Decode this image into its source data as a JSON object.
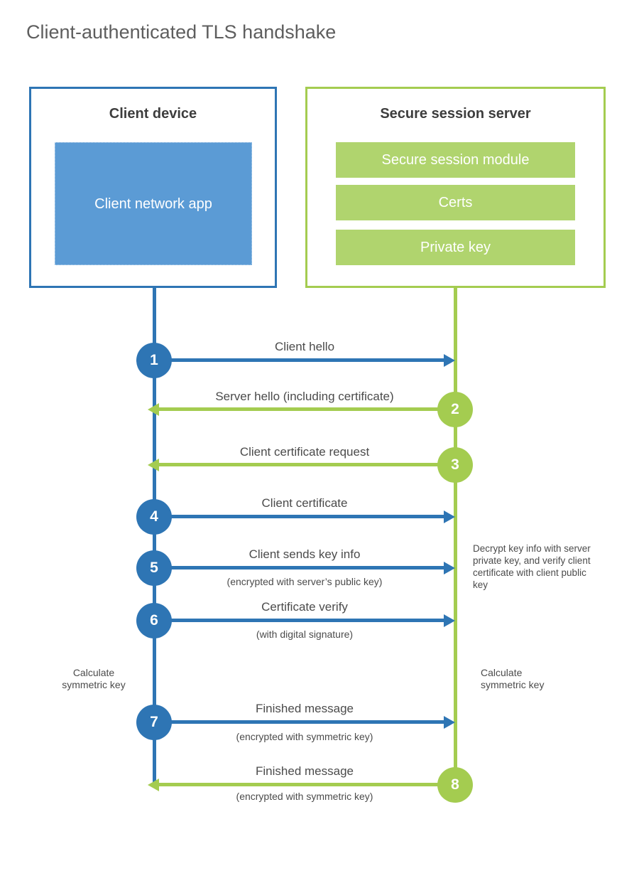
{
  "title": "Client-authenticated TLS handshake",
  "colors": {
    "blue": "#2e75b4",
    "blue_fill": "#5b9bd5",
    "green": "#a4cc50",
    "green_fill": "#b0d46e"
  },
  "client_box": {
    "title": "Client device",
    "app_label": "Client network app"
  },
  "server_box": {
    "title": "Secure session server",
    "modules": [
      "Secure session module",
      "Certs",
      "Private key"
    ]
  },
  "steps": [
    {
      "num": "1",
      "actor": "client",
      "direction": "right",
      "label": "Client hello"
    },
    {
      "num": "2",
      "actor": "server",
      "direction": "left",
      "label": "Server hello (including certificate)"
    },
    {
      "num": "3",
      "actor": "server",
      "direction": "left",
      "label": "Client certificate request"
    },
    {
      "num": "4",
      "actor": "client",
      "direction": "right",
      "label": "Client certificate"
    },
    {
      "num": "5",
      "actor": "client",
      "direction": "right",
      "label": "Client sends key info",
      "sublabel": "(encrypted with server’s public key)"
    },
    {
      "num": "6",
      "actor": "client",
      "direction": "right",
      "label": "Certificate verify",
      "sublabel": "(with digital signature)"
    },
    {
      "num": "7",
      "actor": "client",
      "direction": "right",
      "label": "Finished message",
      "sublabel": "(encrypted with symmetric key)"
    },
    {
      "num": "8",
      "actor": "server",
      "direction": "left",
      "label": "Finished message",
      "sublabel": "(encrypted with symmetric key)"
    }
  ],
  "notes": {
    "decrypt": "Decrypt key info with server private key, and verify client certificate with client public key",
    "calc_left": "Calculate symmetric key",
    "calc_right": "Calculate symmetric key"
  }
}
